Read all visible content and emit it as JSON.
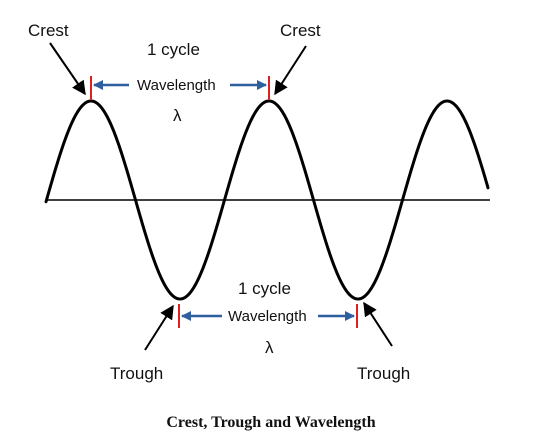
{
  "labels": {
    "crest_left": "Crest",
    "crest_right": "Crest",
    "trough_left": "Trough",
    "trough_right": "Trough",
    "top_cycle": "1 cycle",
    "top_wavelength": "Wavelength",
    "top_lambda": "λ",
    "bottom_cycle": "1 cycle",
    "bottom_wavelength": "Wavelength",
    "bottom_lambda": "λ"
  },
  "caption": "Crest, Trough and Wavelength",
  "colors": {
    "wave": "#000000",
    "axis": "#000000",
    "marker": "#e02020",
    "dimension_arrow": "#2f5f9e",
    "pointer_arrow": "#000000"
  }
}
